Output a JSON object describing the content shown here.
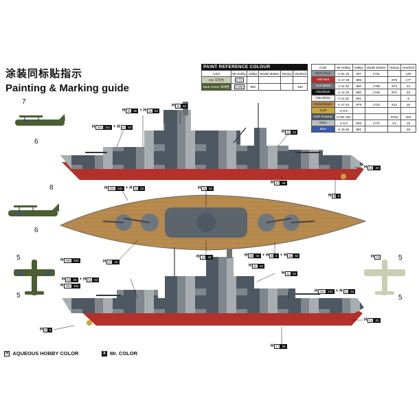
{
  "header": {
    "title_cn": "涂装同标贴指示",
    "title_en": "Painting & Marking guide"
  },
  "paint_reference": {
    "title": "PAINT REFERENCE COLOUR",
    "headers": [
      "Color",
      "Mr.Hobby",
      "Vallejo",
      "Model Master",
      "Tamiya",
      "Humbrol"
    ],
    "rows": [
      {
        "color": "Sky 天空色",
        "swatch": "#c8cfb2",
        "hobby": "H 74",
        "vallejo": "",
        "modelmaster": "",
        "tamiya": "",
        "humbrol": ""
      },
      {
        "color": "Dark Green 深绿色",
        "swatch": "#4c5d33",
        "hobby": "H 330",
        "vallejo": "892",
        "modelmaster": "",
        "tamiya": "",
        "humbrol": "163"
      }
    ]
  },
  "color_table": {
    "headers": [
      "Color",
      "Mr.Hobby",
      "Vallejo",
      "Model Master",
      "Tamiya",
      "Humbrol"
    ],
    "rows": [
      {
        "name": "507A Grey",
        "swatch": "#8e969c",
        "hobby": "H 61 20",
        "vallejo": "907",
        "modelmaster": "1731",
        "tamiya": "",
        "humbrol": "146"
      },
      {
        "name": "Hull Red",
        "swatch": "#b4302a",
        "hobby": "H 17 29",
        "vallejo": "985",
        "modelmaster": "",
        "tamiya": "XF9",
        "humbrol": "177"
      },
      {
        "name": "Gun Metal",
        "swatch": "#6d7276",
        "hobby": "H 11 62",
        "vallejo": "950",
        "modelmaster": "1768",
        "tamiya": "XF2",
        "humbrol": "34"
      },
      {
        "name": "Flat Black",
        "swatch": "#141414",
        "hobby": "H 12 33",
        "vallejo": "950",
        "modelmaster": "1749",
        "tamiya": "XF1",
        "humbrol": "33"
      },
      {
        "name": "Flat White",
        "swatch": "#f2f2f2",
        "hobby": "H 11 62",
        "vallejo": "981",
        "modelmaster": "",
        "tamiya": "",
        "humbrol": "9"
      },
      {
        "name": "Wood Brown",
        "swatch": "#b78a4e",
        "hobby": "H 27 44",
        "vallejo": "879",
        "modelmaster": "1744",
        "tamiya": "X12",
        "humbrol": "16"
      },
      {
        "name": "Gold",
        "swatch": "#c8a63a",
        "hobby": "H 9 9",
        "vallejo": "",
        "modelmaster": "",
        "tamiya": "",
        "humbrol": ""
      },
      {
        "name": "Dark Seagray",
        "swatch": "#4d5863",
        "hobby": "H 331 331",
        "vallejo": "",
        "modelmaster": "",
        "tamiya": "XF54",
        "humbrol": "164"
      },
      {
        "name": "Silver",
        "swatch": "#b9bec4",
        "hobby": "H 8 8",
        "vallejo": "806",
        "modelmaster": "1772",
        "tamiya": "X3",
        "humbrol": "15"
      },
      {
        "name": "Blue",
        "swatch": "#3a5aa8",
        "hobby": "H 15 65",
        "vallejo": "892",
        "modelmaster": "",
        "tamiya": "",
        "humbrol": "25"
      }
    ]
  },
  "callouts": {
    "c1": {
      "hobby": "11",
      "color": "35",
      "hobby2": "11",
      "color2": "62"
    },
    "c2": {
      "hobby": "11",
      "color": "62"
    },
    "c3": {
      "hobby": "331",
      "color": "331",
      "hobby2": "11",
      "color2": "62"
    },
    "c4": {
      "hobby": "11",
      "color": "62"
    },
    "c5": {
      "hobby": "12",
      "color": "33"
    },
    "c6": {
      "hobby": "17",
      "color": "29"
    },
    "c7": {
      "hobby": "9",
      "color": "9"
    },
    "c8": {
      "hobby": "331",
      "color": "331",
      "hobby2": "11",
      "color2": "62"
    },
    "c9": {
      "hobby": "11",
      "color": "62"
    },
    "c10": {
      "hobby": "27",
      "color": "44"
    },
    "c11": {
      "hobby": "12",
      "color": "33"
    },
    "c12": {
      "hobby": "53",
      "color": "33",
      "hobby2": "8",
      "color2": "8",
      "hobby3": "11",
      "color3": "62"
    },
    "c13": {
      "hobby": "11",
      "color": "62"
    },
    "c14": {
      "hobby": "11",
      "color": "62"
    },
    "c15": {
      "hobby": "61",
      "color": "35",
      "hobby2": "11",
      "color2": "62"
    },
    "c16": {
      "hobby": "331",
      "color": "331",
      "hobby2": "11",
      "color2": "62"
    },
    "c17": {
      "hobby": "12",
      "color": "33"
    },
    "c18": {
      "hobby": "8",
      "color": "8"
    },
    "c19": {
      "hobby": "17",
      "color": "29"
    },
    "c20": {
      "hobby": "330",
      "color": "330"
    },
    "c21": {
      "hobby": "331",
      "color": "331"
    },
    "c22": {
      "hobby": "61",
      "color": "35",
      "hobby2": "11",
      "color2": "62"
    },
    "c23": {
      "hobby": "74",
      "color": ""
    }
  },
  "numbers": {
    "n7": "7",
    "n6a": "6",
    "n8": "8",
    "n6b": "6",
    "n5a": "5",
    "n5b": "5",
    "n5c": "5",
    "n5d": "5"
  },
  "legend": {
    "aqueous_key": "H",
    "aqueous_label": "AQUEOUS HOBBY COLOR",
    "mr_key": "X",
    "mr_label": "Mr. COLOR"
  },
  "colors": {
    "hull_red": "#b4302a",
    "deck_wood": "#b78a4e",
    "camo_dark": "#4d5863",
    "camo_mid": "#7f878d",
    "camo_light": "#a7adb0"
  }
}
